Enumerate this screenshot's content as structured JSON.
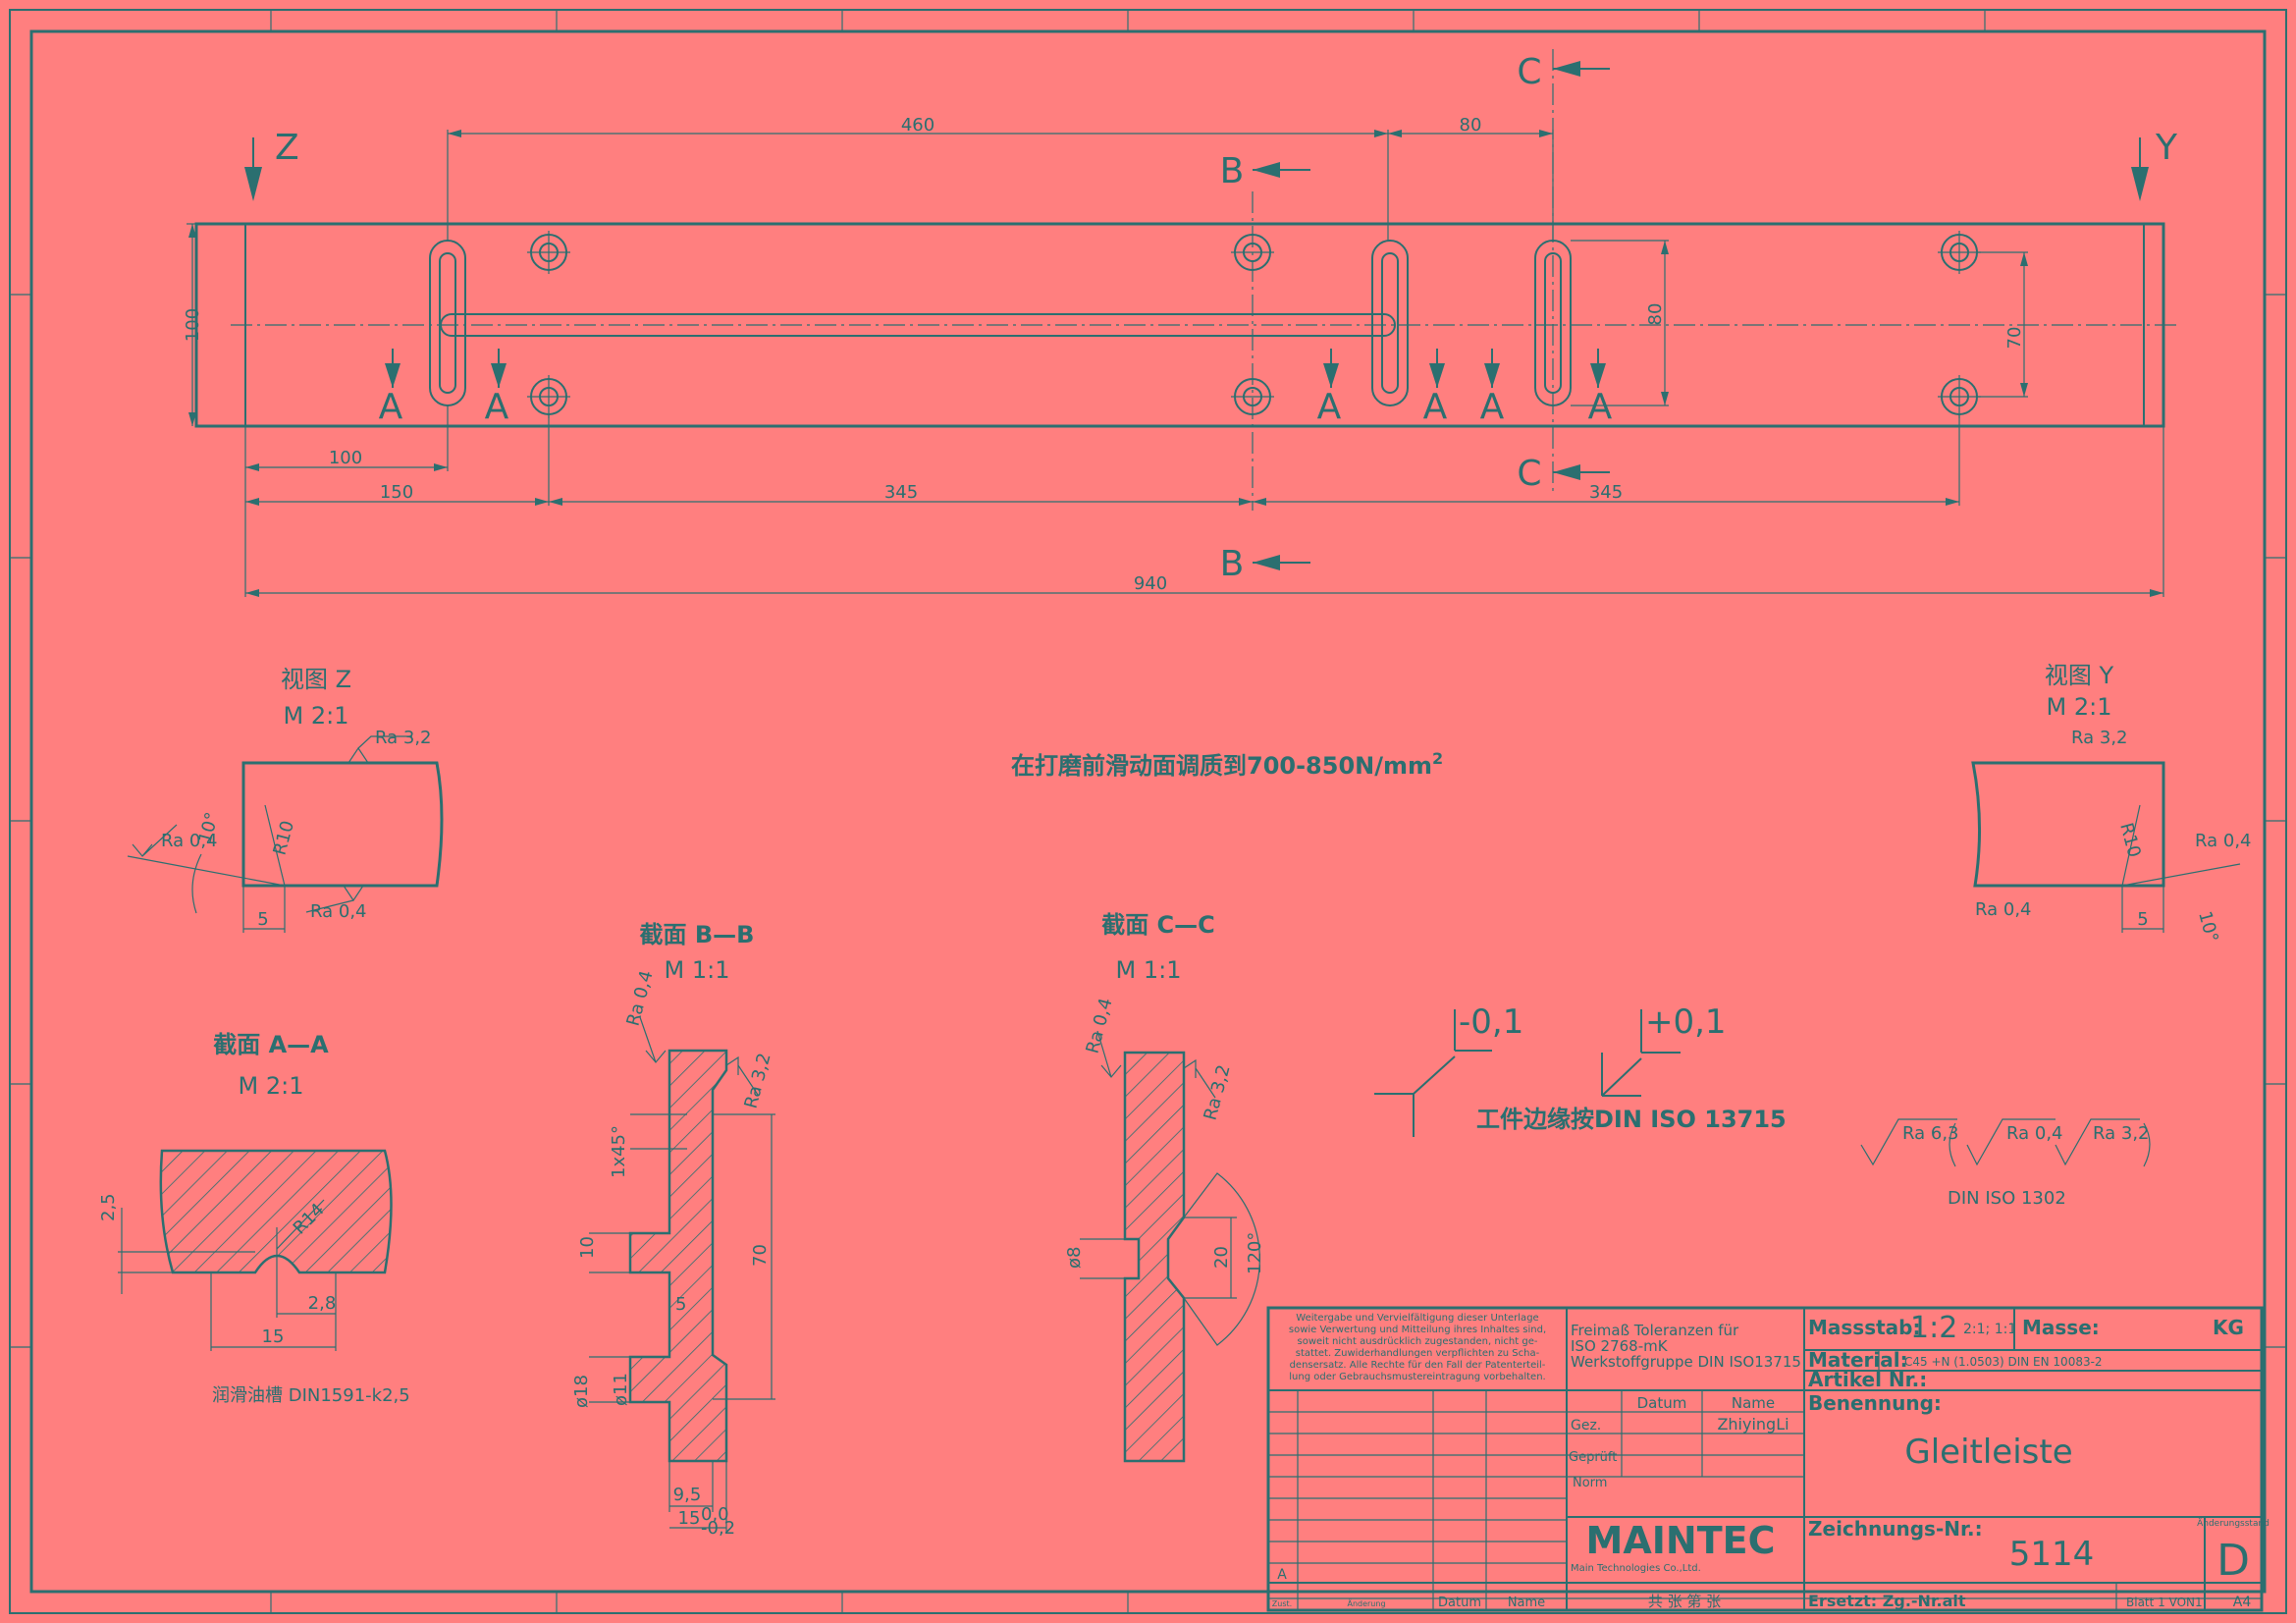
{
  "drawing": {
    "views": {
      "main": {
        "dims": {
          "d460": "460",
          "d80_top": "80",
          "d100_height": "100",
          "d80_right": "80",
          "d70": "70",
          "d100_bottom": "100",
          "d150": "150",
          "d345_left": "345",
          "d345_right": "345",
          "d940": "940"
        },
        "section_marks": {
          "a": "A",
          "b": "B",
          "c": "C",
          "z": "Z",
          "y": "Y"
        }
      },
      "view_z": {
        "title": "视图 Z",
        "scale": "M 2:1",
        "ra_top": "Ra 3,2",
        "ra_side": "Ra 0,4",
        "ra_bottom": "Ra 0,4",
        "r": "R10",
        "angle": "10°",
        "dim5": "5"
      },
      "view_y": {
        "title": "视图 Y",
        "scale": "M 2:1",
        "ra_top": "Ra 3,2",
        "ra_side": "Ra 0,4",
        "ra_bottom": "Ra 0,4",
        "r": "R10",
        "angle": "10°",
        "dim5": "5"
      },
      "section_aa": {
        "title": "截面 A—A",
        "scale": "M 2:1",
        "d25": "2,5",
        "d28": "2,8",
        "d15": "15",
        "r14": "R14",
        "note": "润滑油槽 DIN1591-k2,5"
      },
      "section_bb": {
        "title": "截面 B—B",
        "scale": "M 1:1",
        "d1x45": "1x45°",
        "d10": "10",
        "d5": "5",
        "d70": "70",
        "d18": "ø18",
        "d11": "ø11",
        "d95": "9,5",
        "d15": "15",
        "tol_upper": "0,0",
        "tol_lower": "-0,2",
        "ra_a": "Ra 0,4",
        "ra_b": "Ra 3,2"
      },
      "section_cc": {
        "title": "截面 C—C",
        "scale": "M 1:1",
        "d8": "ø8",
        "d20": "20",
        "d120": "120°",
        "ra_a": "Ra 0,4",
        "ra_b": "Ra 3,2"
      }
    },
    "notes": {
      "hardening": "在打磨前滑动面调质到700-850N/mm",
      "hardening_sup": "2",
      "edge_minus": "-0,1",
      "edge_plus": "+0,1",
      "edge_note": "工件边缘按DIN ISO 13715",
      "roughness_main": "Ra 6,3",
      "roughness_a": "Ra 0,4",
      "roughness_b": "Ra 3,2",
      "roughness_std": "DIN ISO  1302"
    },
    "title_block": {
      "copyright_lines": [
        "Weitergabe und Vervielfältigung dieser Unterlage",
        "sowie Verwertung und Mitteilung ihres Inhaltes sind,",
        "soweit nicht ausdrücklich zugestanden, nicht ge-",
        "stattet. Zuwiderhandlungen verpflichten zu Scha-",
        "densersatz. Alle Rechte für den Fall der Patenterteil-",
        "lung oder Gebrauchsmustereintragung vorbehalten."
      ],
      "tolerance_lines": [
        "Freimaß Toleranzen für",
        "ISO 2768-mK",
        "Werkstoffgruppe DIN ISO13715"
      ],
      "massstab_label": "Massstab:",
      "massstab_value": "1:2",
      "massstab_alt": "2:1; 1:1",
      "masse_label": "Masse:",
      "masse_unit": "KG",
      "material_label": "Material:",
      "material_value": "C45 +N (1.0503)  DIN EN 10083-2",
      "artikel_label": "Artikel Nr.:",
      "benennung_label": "Benennung:",
      "benennung_value": "Gleitleiste",
      "datum_label": "Datum",
      "name_label": "Name",
      "gez_label": "Gez.",
      "gez_name": "ZhiyingLi",
      "geprueft_label": "Geprüft",
      "norm_label": "Norm",
      "logo": "MAINTEC",
      "logo_sub": "Main Technologies Co.,Ltd.",
      "zeichnung_label": "Zeichnungs-Nr.:",
      "zeichnung_value": "5114",
      "aenderung_label": "Änderungsstand",
      "aenderung_value": "D",
      "rev_letter": "A",
      "foot_zust": "Zust.",
      "foot_aenderung": "Änderung",
      "foot_datum": "Datum",
      "foot_name": "Name",
      "foot_sheets": "共  张  第  张",
      "ersetzt": "Ersetzt: Zg.-Nr.alt",
      "blatt": "Blatt 1 VON1",
      "format": "A4"
    }
  }
}
